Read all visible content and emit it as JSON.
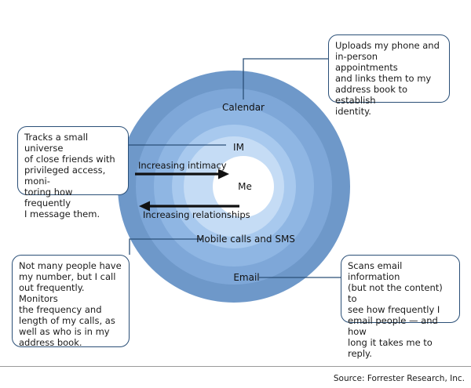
{
  "rings": {
    "calendar": "Calendar",
    "im": "IM",
    "me": "Me",
    "mobile": "Mobile calls and SMS",
    "email": "Email"
  },
  "arrows": {
    "intimacy": "Increasing intimacy",
    "relationships": "Increasing relationships"
  },
  "callouts": {
    "calendar": "Uploads my phone and\nin-person appointments\nand links them to my\naddress book to establish\nidentity.",
    "im": "Tracks a small universe\nof close friends with\nprivileged access, moni-\ntoring how frequently\nI message them.",
    "mobile": "Not many people have\nmy number, but I call\nout frequently. Monitors\nthe frequency and\nlength of my calls, as\nwell as who is in my\naddress book.",
    "email": "Scans email information\n(but not the content) to\nsee how frequently I\nemail people — and how\nlong it takes me to reply."
  },
  "source": "Source: Forrester Research, Inc.",
  "colors": {
    "ring_outer": "#6e98c9",
    "ring_2": "#7ea7d8",
    "ring_3": "#8fb6e3",
    "ring_4": "#a8c9ee",
    "ring_5": "#c5dcf5",
    "core": "#ffffff",
    "connector": "#2a4f77",
    "arrow": "#111111"
  }
}
